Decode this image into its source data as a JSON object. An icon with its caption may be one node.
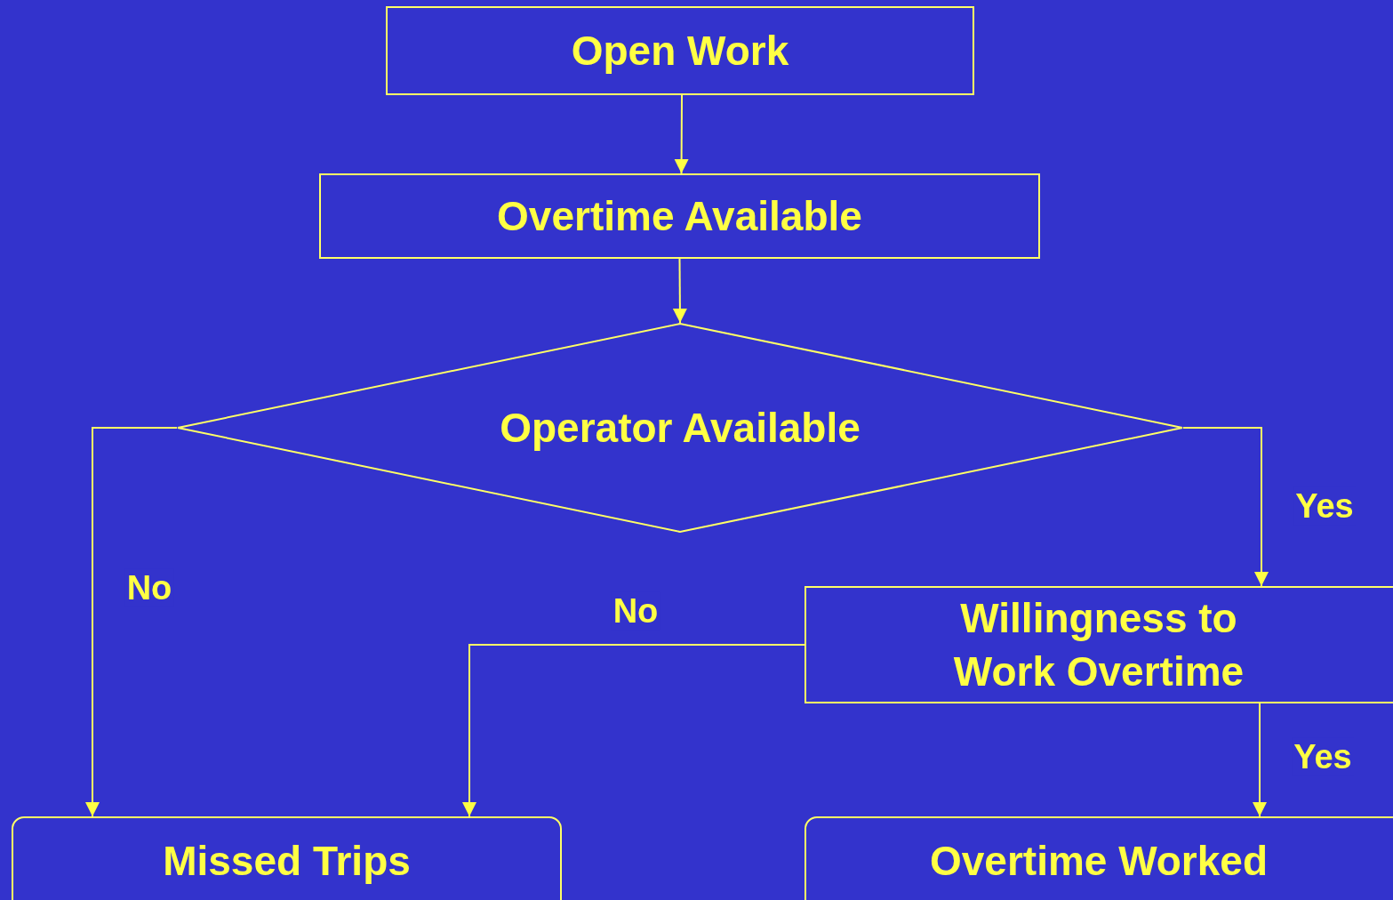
{
  "diagram": {
    "nodes": [
      {
        "text": [
          "Open Work"
        ]
      },
      {
        "text": [
          "Overtime Available"
        ]
      },
      {
        "text": [
          "Operator Available"
        ]
      },
      {
        "text": [
          "Willingness to Work Overtime"
        ]
      },
      {
        "text": [
          "Missed Trips"
        ]
      },
      {
        "text": [
          "Overtime Worked"
        ]
      }
    ],
    "edges": [
      {
        "from": 0,
        "to": 1,
        "arrow": "to"
      },
      {
        "from": 1,
        "to": 2,
        "arrow": "to"
      },
      {
        "from": 2,
        "to": 4,
        "arrow": "to",
        "label": "No"
      },
      {
        "from": 2,
        "to": 3,
        "arrow": "to",
        "label": "Yes"
      },
      {
        "from": 3,
        "to": 4,
        "arrow": "to",
        "label": "No"
      },
      {
        "from": 3,
        "to": 5,
        "arrow": "to",
        "label": "Yes"
      }
    ]
  }
}
